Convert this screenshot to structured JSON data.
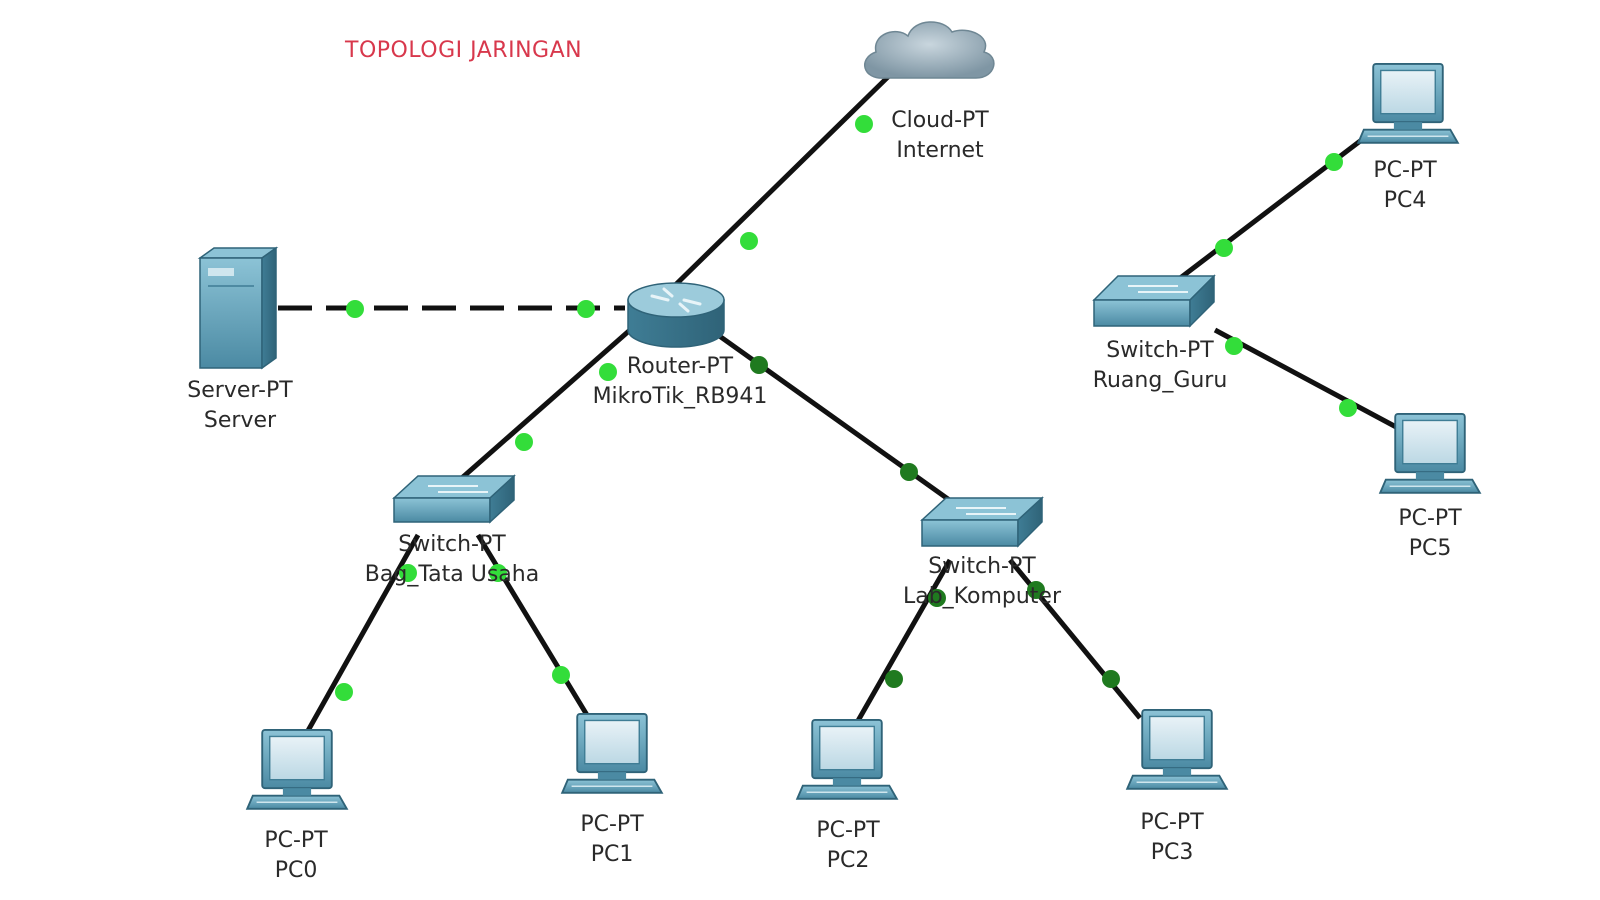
{
  "title": "TOPOLOGI JARINGAN",
  "colors": {
    "link": "#111111",
    "port_up": "#33dd3a",
    "port_blinking": "#1f7a1f",
    "device": "#5c9db3",
    "title": "#d8384c"
  },
  "devices": {
    "cloud": {
      "type": "Cloud-PT",
      "name": "Internet",
      "icon": "cloud-icon"
    },
    "router": {
      "type": "Router-PT",
      "name": "MikroTik_RB941",
      "icon": "router-icon"
    },
    "server": {
      "type": "Server-PT",
      "name": "Server",
      "icon": "server-icon"
    },
    "sw_tu": {
      "type": "Switch-PT",
      "name": "Bag_Tata Usaha",
      "icon": "switch-icon"
    },
    "sw_lab": {
      "type": "Switch-PT",
      "name": "Lab_Komputer",
      "icon": "switch-icon"
    },
    "sw_guru": {
      "type": "Switch-PT",
      "name": "Ruang_Guru",
      "icon": "switch-icon"
    },
    "pc0": {
      "type": "PC-PT",
      "name": "PC0",
      "icon": "pc-icon"
    },
    "pc1": {
      "type": "PC-PT",
      "name": "PC1",
      "icon": "pc-icon"
    },
    "pc2": {
      "type": "PC-PT",
      "name": "PC2",
      "icon": "pc-icon"
    },
    "pc3": {
      "type": "PC-PT",
      "name": "PC3",
      "icon": "pc-icon"
    },
    "pc4": {
      "type": "PC-PT",
      "name": "PC4",
      "icon": "pc-icon"
    },
    "pc5": {
      "type": "PC-PT",
      "name": "PC5",
      "icon": "pc-icon"
    }
  },
  "links": [
    {
      "from": "router",
      "to": "cloud",
      "style": "solid",
      "status": "up"
    },
    {
      "from": "server",
      "to": "router",
      "style": "dashed",
      "status": "up"
    },
    {
      "from": "router",
      "to": "sw_tu",
      "style": "solid",
      "status": "up"
    },
    {
      "from": "router",
      "to": "sw_lab",
      "style": "solid",
      "status": "blinking"
    },
    {
      "from": "sw_tu",
      "to": "pc0",
      "style": "solid",
      "status": "up"
    },
    {
      "from": "sw_tu",
      "to": "pc1",
      "style": "solid",
      "status": "up"
    },
    {
      "from": "sw_lab",
      "to": "pc2",
      "style": "solid",
      "status": "blinking"
    },
    {
      "from": "sw_lab",
      "to": "pc3",
      "style": "solid",
      "status": "blinking"
    },
    {
      "from": "sw_guru",
      "to": "pc4",
      "style": "solid",
      "status": "up"
    },
    {
      "from": "sw_guru",
      "to": "pc5",
      "style": "solid",
      "status": "up"
    }
  ]
}
